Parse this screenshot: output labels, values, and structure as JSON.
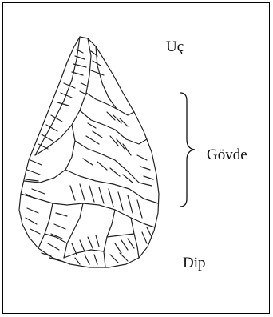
{
  "labels": {
    "tip": "Uç",
    "body": "Gövde",
    "base": "Dip"
  },
  "colors": {
    "ink": "#111111",
    "background": "#ffffff",
    "frame": "#000000"
  }
}
